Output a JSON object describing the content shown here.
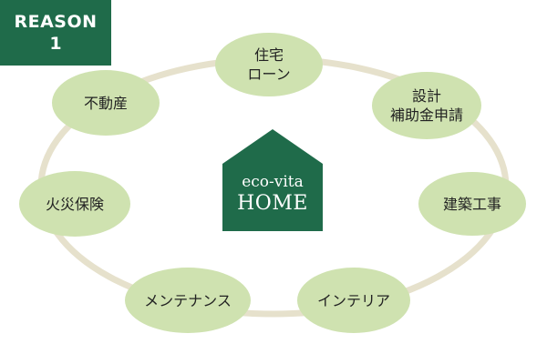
{
  "badge": {
    "line1": "REASON",
    "line2": "1"
  },
  "logo": {
    "line1": "eco-vita",
    "line2": "HOME"
  },
  "nodes": [
    {
      "lines": [
        "住宅",
        "ローン"
      ]
    },
    {
      "lines": [
        "設計",
        "補助金申請"
      ]
    },
    {
      "lines": [
        "建築工事"
      ]
    },
    {
      "lines": [
        "インテリア"
      ]
    },
    {
      "lines": [
        "メンテナンス"
      ]
    },
    {
      "lines": [
        "火災保険"
      ]
    },
    {
      "lines": [
        "不動産"
      ]
    }
  ],
  "colors": {
    "brand_green": "#1f6b4a",
    "node_fill": "#cfe2b0",
    "ring": "#e6e1cc",
    "text": "#222222"
  }
}
